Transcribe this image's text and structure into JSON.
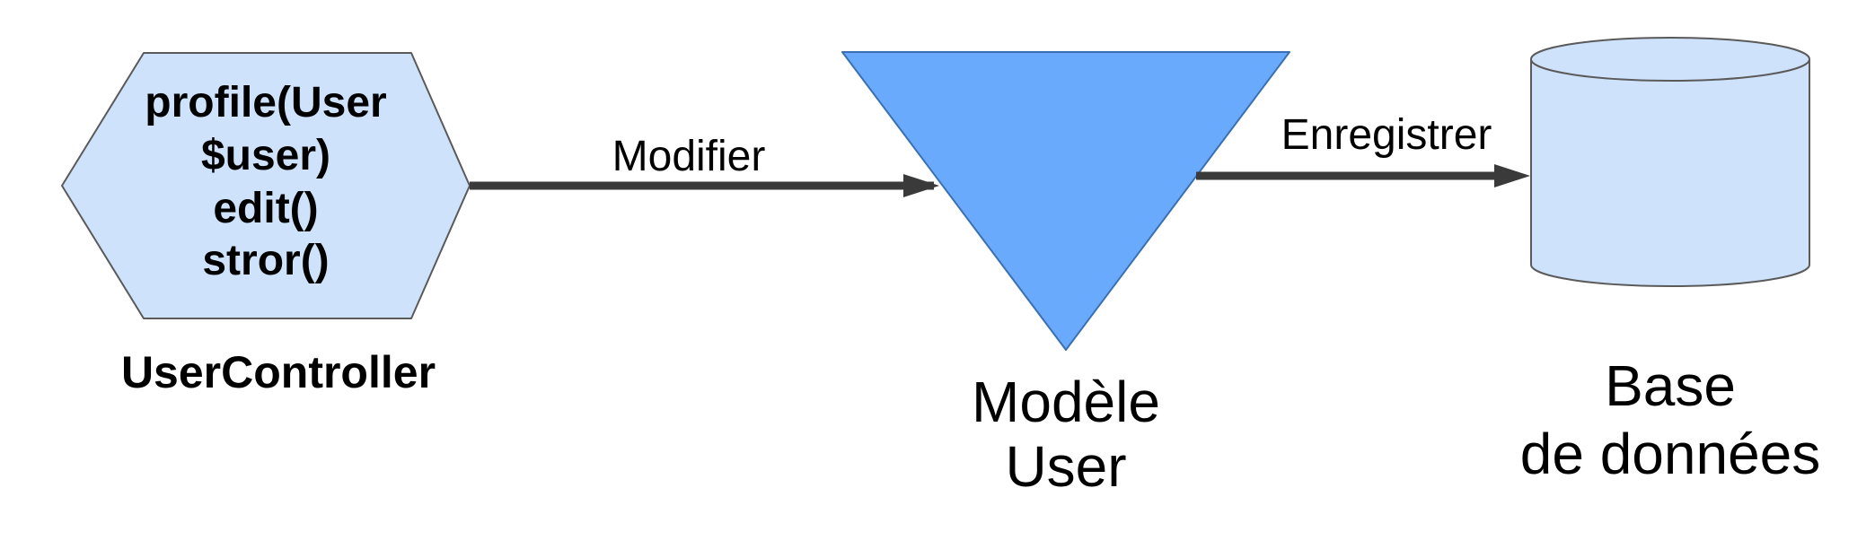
{
  "nodes": {
    "controller": {
      "methods": [
        "profile(User",
        "$user)",
        "edit()",
        "stror()"
      ],
      "label": "UserController",
      "fill": "#cfe2fb",
      "stroke": "#5a5a5a"
    },
    "model": {
      "label_line1": "Modèle",
      "label_line2": "User",
      "fill": "#6aaafc",
      "stroke": "#3a6fb3"
    },
    "database": {
      "label_line1": "Base",
      "label_line2": "de données",
      "fill": "#cfe2fb",
      "stroke": "#5a5a5a"
    }
  },
  "edges": {
    "modify": {
      "label": "Modifier"
    },
    "save": {
      "label": "Enregistrer"
    }
  },
  "colors": {
    "arrow": "#3a3a3a",
    "text": "#000000"
  }
}
